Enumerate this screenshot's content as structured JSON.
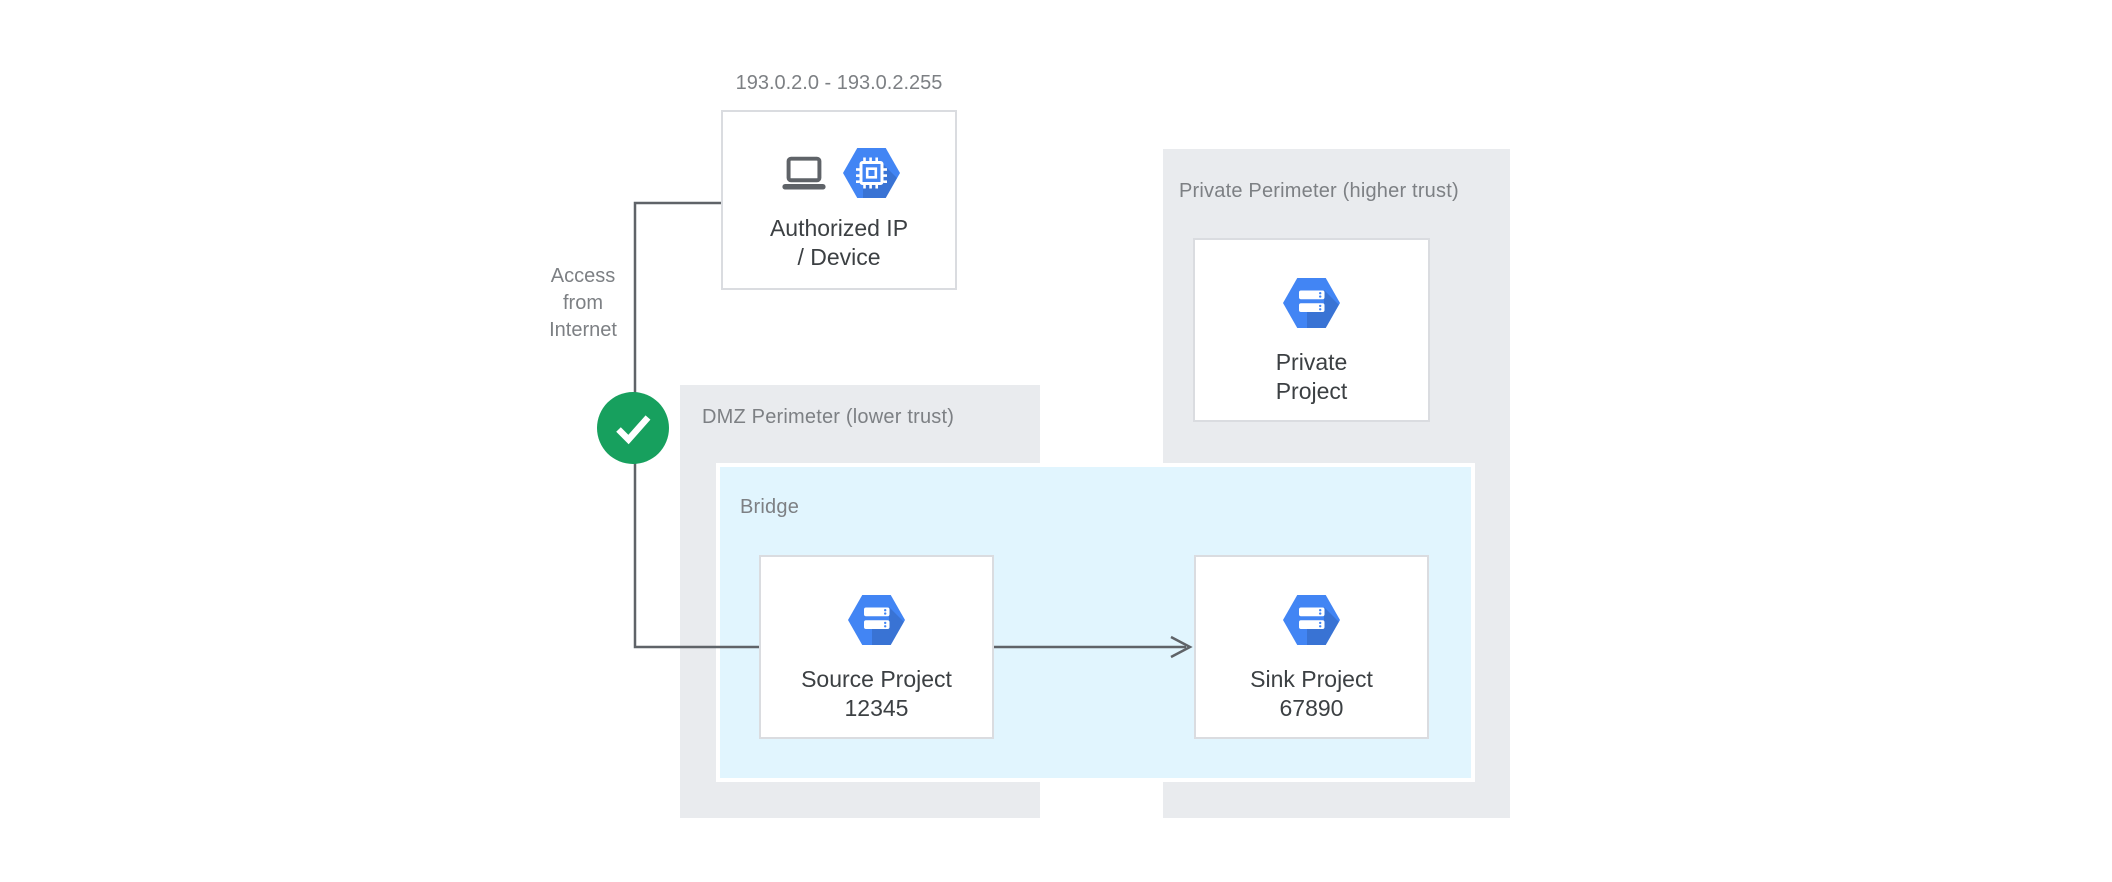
{
  "labels": {
    "ip_range": "193.0.2.0 - 193.0.2.255",
    "access": [
      "Access",
      "from",
      "Internet"
    ]
  },
  "perimeters": {
    "private": {
      "label": "Private Perimeter (higher trust)"
    },
    "dmz": {
      "label": "DMZ Perimeter (lower trust)"
    },
    "bridge": {
      "label": "Bridge"
    }
  },
  "nodes": {
    "authorized": {
      "lines": [
        "Authorized IP",
        "/ Device"
      ],
      "icons": [
        "laptop-icon",
        "compute-engine-icon"
      ]
    },
    "private_project": {
      "lines": [
        "Private",
        "Project"
      ],
      "icons": [
        "project-icon"
      ]
    },
    "source_project": {
      "lines": [
        "Source Project",
        "12345"
      ],
      "icons": [
        "project-icon"
      ]
    },
    "sink_project": {
      "lines": [
        "Sink Project",
        "67890"
      ],
      "icons": [
        "project-icon"
      ]
    },
    "check": {
      "icon": "check-icon"
    }
  },
  "colors": {
    "perimeter_gray": "#e9ebee",
    "bridge_blue": "#e1f5fe",
    "node_border": "#dadce0",
    "node_bg": "#ffffff",
    "hexagon_blue": "#4285f4",
    "check_green": "#17a05e",
    "connector": "#5f6368",
    "text_dark": "#3c4043",
    "text_muted": "#7d8084"
  }
}
